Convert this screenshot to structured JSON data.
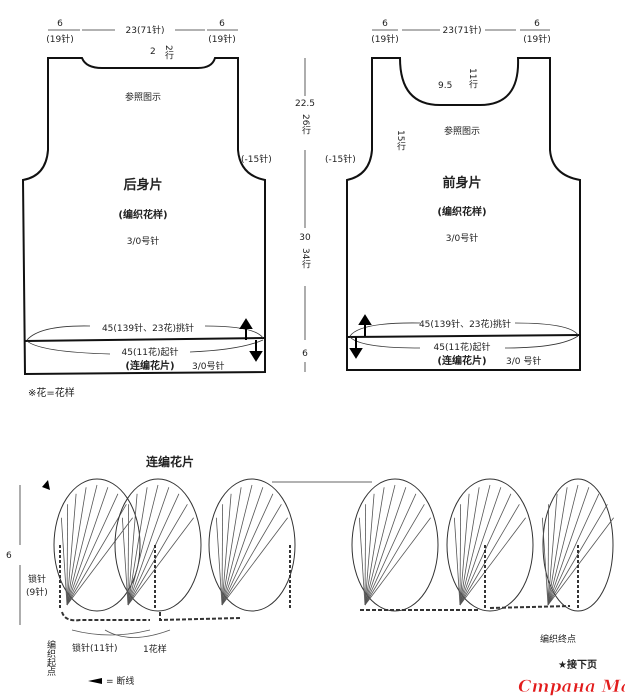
{
  "back_piece": {
    "title": "后身片",
    "pattern": "(编织花样)",
    "hook": "3/0号针",
    "refer": "参照图示",
    "shoulder_left": "6",
    "shoulder_left_st": "(19针)",
    "neck_width": "23(71针)",
    "shoulder_right": "6",
    "shoulder_right_st": "(19针)",
    "neck_depth": "2",
    "neck_depth_rows": "2行",
    "armhole_dec": "(-15针)",
    "band_pickup": "45(139针、23花)挑针",
    "band_cast_on": "45(11花)起针",
    "band_label": "(连编花片)",
    "band_hook": "3/0号针"
  },
  "side_dims": {
    "upper": "22.5",
    "upper_rows": "26行",
    "lower": "30",
    "lower_rows": "34行",
    "band": "6"
  },
  "front_piece": {
    "title": "前身片",
    "pattern": "(编织花样)",
    "hook": "3/0号针",
    "refer": "参照图示",
    "shoulder_left": "6",
    "shoulder_left_st": "(19针)",
    "neck_width": "23(71针)",
    "shoulder_right": "6",
    "shoulder_right_st": "(19针)",
    "neck_depth": "9.5",
    "neck_depth_rows": "11行",
    "armhole_rows": "15行",
    "armhole_dec": "(-15针)",
    "band_pickup": "45(139针、23花)挑针",
    "band_cast_on": "45(11花)起针",
    "band_label": "(连编花片)",
    "band_hook": "3/0 号针"
  },
  "note": "※花=花样",
  "chart": {
    "title": "连编花片",
    "height": "6",
    "chain_label": "锁针",
    "chain_count": "(9针)",
    "start": "编织起点",
    "chain_base": "锁针(11针)",
    "repeat": "1花样",
    "end": "编织终点",
    "cut_legend": "= 断线"
  },
  "footer": {
    "continue": "★接下页",
    "watermark": "Страна Мам"
  }
}
